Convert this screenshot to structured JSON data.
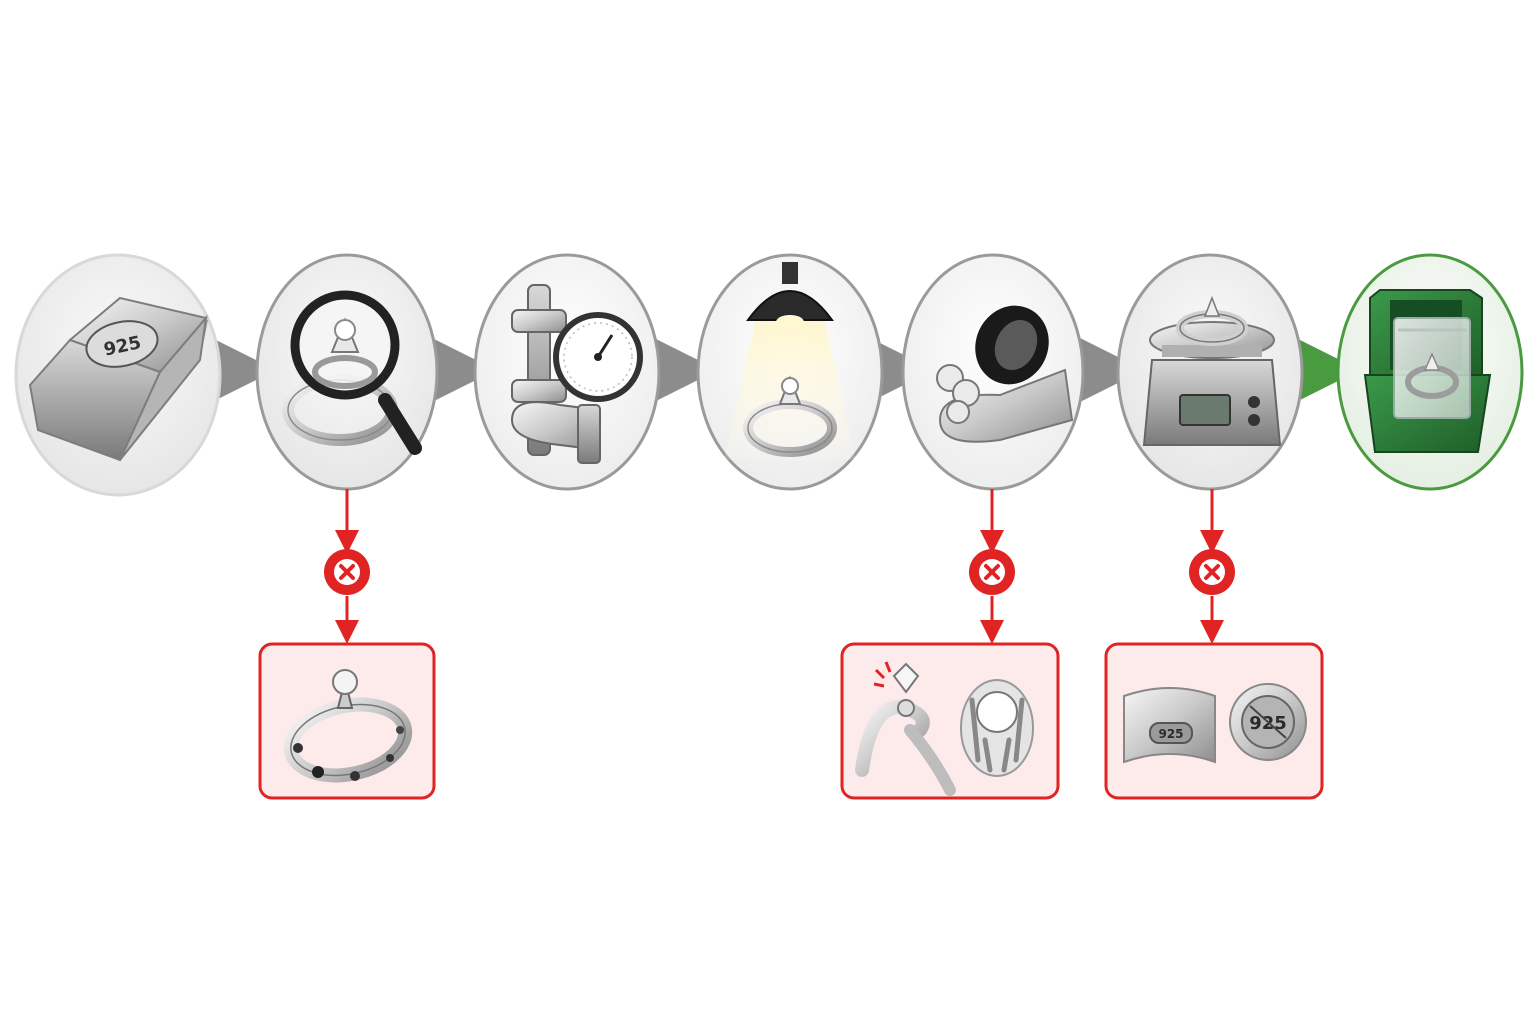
{
  "stages": [
    {
      "name": "silver-bar",
      "stamp": "925"
    },
    {
      "name": "visual-inspection",
      "stamp": ""
    },
    {
      "name": "dimension-gauge",
      "stamp": ""
    },
    {
      "name": "light-inspection",
      "stamp": ""
    },
    {
      "name": "ring-sizing",
      "stamp": ""
    },
    {
      "name": "weighing-scale",
      "stamp": ""
    },
    {
      "name": "packaging",
      "stamp": ""
    }
  ],
  "rejects": [
    {
      "from_stage": 1,
      "name": "tarnished-ring-defect"
    },
    {
      "from_stage": 4,
      "name": "loose-stone-prong-defect"
    },
    {
      "from_stage": 5,
      "name": "hallmark-stamp-defect",
      "stamps": [
        "925",
        "925"
      ]
    }
  ],
  "colors": {
    "flow_arrow": "#8c8c8c",
    "final_arrow": "#4a9a3f",
    "reject": "#e02424",
    "reject_fill": "#fdeaea",
    "final_border": "#4a9a3f",
    "stage_border": "#9a9a9a",
    "box_green": "#2e7d3a"
  }
}
